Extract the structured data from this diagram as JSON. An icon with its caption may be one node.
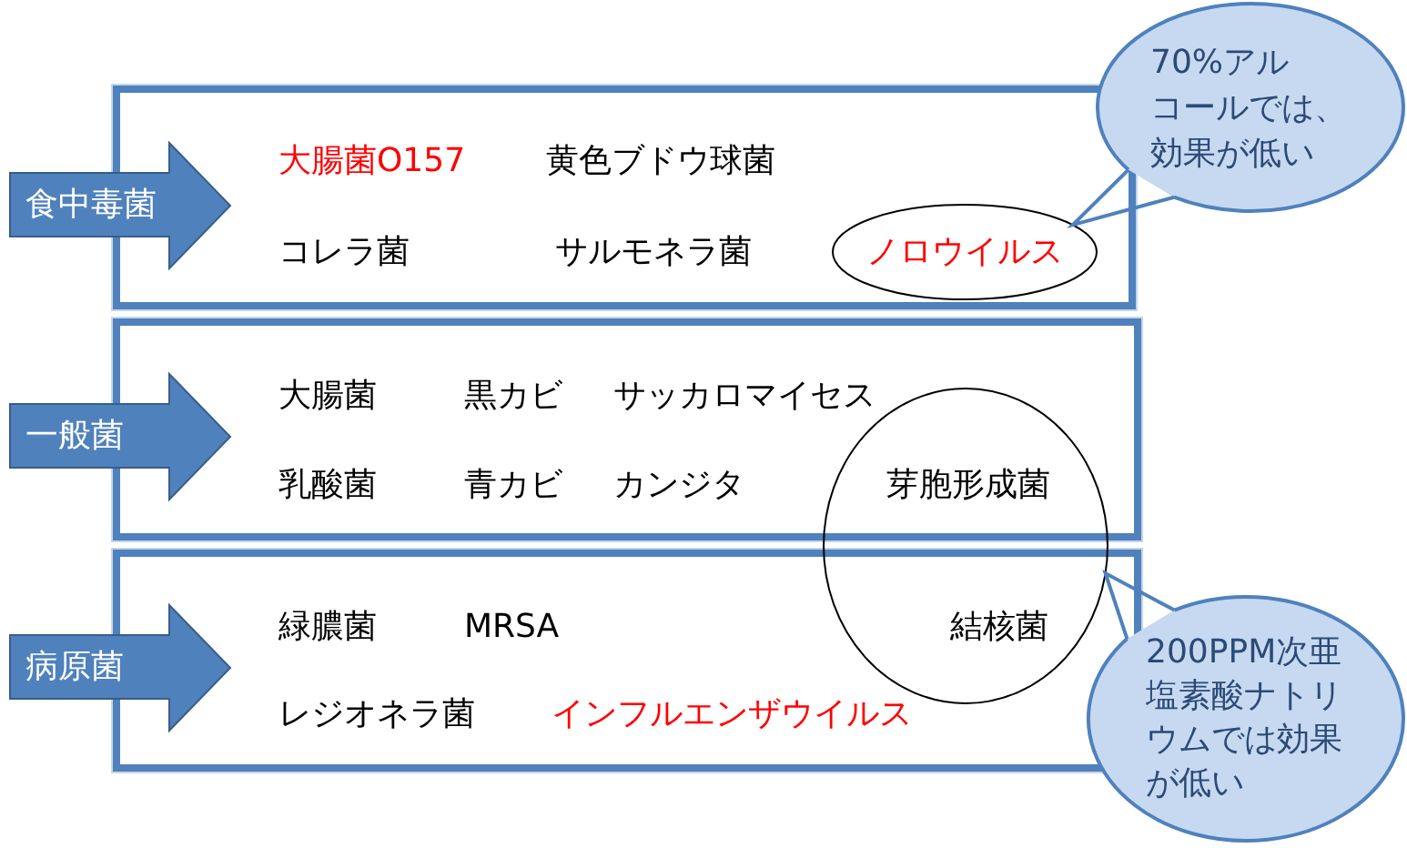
{
  "diagram": {
    "nodes": [
      {
        "text": [
          "食中毒菌"
        ]
      },
      {
        "text": [
          "大腸菌O157",
          "黄色ブドウ球菌",
          "コレラ菌",
          "サルモネラ菌"
        ]
      },
      {
        "text": [
          "ノロウイルス"
        ],
        "in": 1
      },
      {
        "text": [
          "70%アルコールでは、効果が低い"
        ]
      },
      {
        "text": [
          "一般菌"
        ]
      },
      {
        "text": [
          "大腸菌",
          "黒カビ",
          "サッカロマイセス",
          "乳酸菌",
          "青カビ",
          "カンジタ"
        ]
      },
      {
        "text": [
          "芽胞形成菌",
          "結核菌"
        ]
      },
      {
        "text": [
          "病原菌"
        ]
      },
      {
        "text": [
          "緑膿菌",
          "MRSA",
          "レジオネラ菌",
          "インフルエンザウイルス"
        ]
      },
      {
        "text": [
          "200PPM次亜塩素酸ナトリウムでは効果が低い"
        ]
      }
    ],
    "edges": [
      {
        "from": 3,
        "to": 2,
        "arrow": "none"
      },
      {
        "from": 9,
        "to": 6,
        "arrow": "none"
      }
    ]
  }
}
